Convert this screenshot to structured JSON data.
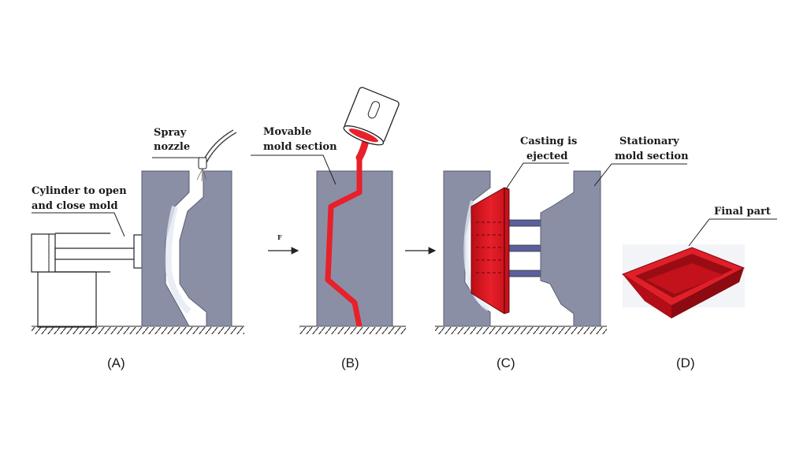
{
  "labels": {
    "spray": [
      "Spray",
      "nozzle"
    ],
    "cylinder": [
      "Cylinder to open",
      "and close mold"
    ],
    "movable": [
      "Movable",
      "mold section"
    ],
    "casting": [
      "Casting is",
      "ejected"
    ],
    "stationary": [
      "Stationary",
      "mold section"
    ],
    "final_part": "Final part",
    "force": "F"
  },
  "panels": [
    "(A)",
    "(B)",
    "(C)",
    "(D)"
  ],
  "colors": {
    "mold": "#8a8fa6",
    "molten_metal": "#e8202a",
    "pin": "#5b5f9e"
  }
}
